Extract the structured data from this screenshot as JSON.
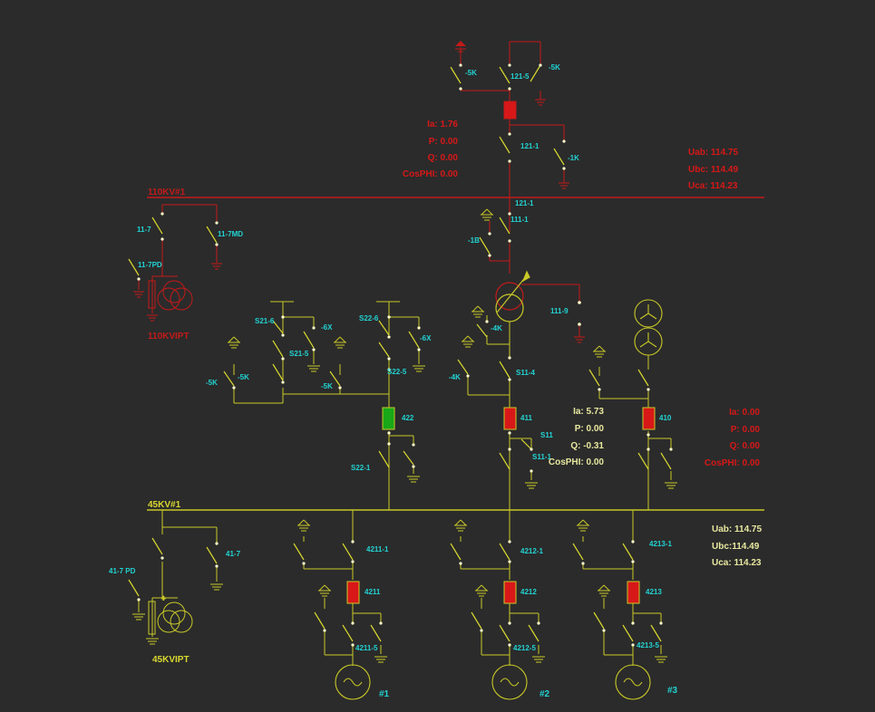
{
  "buses": {
    "hv": {
      "name": "110KV#1"
    },
    "mv": {
      "name": "45KV#1"
    }
  },
  "pt": {
    "hv": {
      "name": "110KVIPT"
    },
    "mv": {
      "name": "45KVIPT"
    }
  },
  "generators": [
    "#1",
    "#2",
    "#3"
  ],
  "switch_labels": {
    "s_5k_a": "-5K",
    "s_1215": "121-5",
    "s_5k_b": "-5K",
    "s_1211": "121-1",
    "s_1k": "-1K",
    "s_1211b": "121-1",
    "s_1111": "111-1",
    "s_1b": "-1B",
    "s_117": "11-7",
    "s_117md": "11-7MD",
    "s_117pd": "11-7PD",
    "s_1119": "111-9",
    "s_s216": "S21-6",
    "s_6x_a": "-6X",
    "s_s215": "S21-5",
    "s_s226": "S22-6",
    "s_6x_b": "-6X",
    "s_s225": "S22-5",
    "s_5k_c": "-5K",
    "s_5k_d": "-5K",
    "s_5k_e": "-5K",
    "s_4k_a": "-4K",
    "s_4k_b": "-4K",
    "s_s114": "S11-4",
    "s_s221": "S22-1",
    "s_s11": "S11",
    "s_s111": "S11-1",
    "s_417pd": "41-7 PD",
    "s_417": "41-7",
    "s_42111": "4211-1",
    "s_42121": "4212-1",
    "s_42131": "4213-1",
    "s_42115": "4211-5",
    "s_42125": "4212-5",
    "s_42135": "4213-5"
  },
  "breakers": {
    "b422": "422",
    "b411": "411",
    "b410": "410",
    "b4211": "4211",
    "b4212": "4212",
    "b4213": "4213"
  },
  "measurements": {
    "feeder_121": {
      "ia": "Ia: 1.76",
      "p": "P: 0.00",
      "q": "Q: 0.00",
      "cosphi": "CosPHI: 0.00"
    },
    "bus_110": {
      "uab": "Uab:  114.75",
      "ubc": "Ubc:  114.49",
      "uca": "Uca:  114.23"
    },
    "feeder_411": {
      "ia": "Ia: 5.73",
      "p": "P: 0.00",
      "q": "Q: -0.31",
      "cosphi": "CosPHI: 0.00"
    },
    "feeder_410": {
      "ia": "Ia: 0.00",
      "p": "P: 0.00",
      "q": "Q: 0.00",
      "cosphi": "CosPHI: 0.00"
    },
    "bus_45": {
      "uab": "Uab: 114.75",
      "ubc": "Ubc:114.49",
      "uca": "Uca: 114.23"
    }
  },
  "colors": {
    "background": "#2b2b2b",
    "hv_line": "#c41a1a",
    "mv_line": "#c8c828",
    "label_cyan": "#22d3d3",
    "breaker_closed": "#d81818",
    "breaker_open": "#18a818",
    "switch_dot": "#ffffcc"
  }
}
